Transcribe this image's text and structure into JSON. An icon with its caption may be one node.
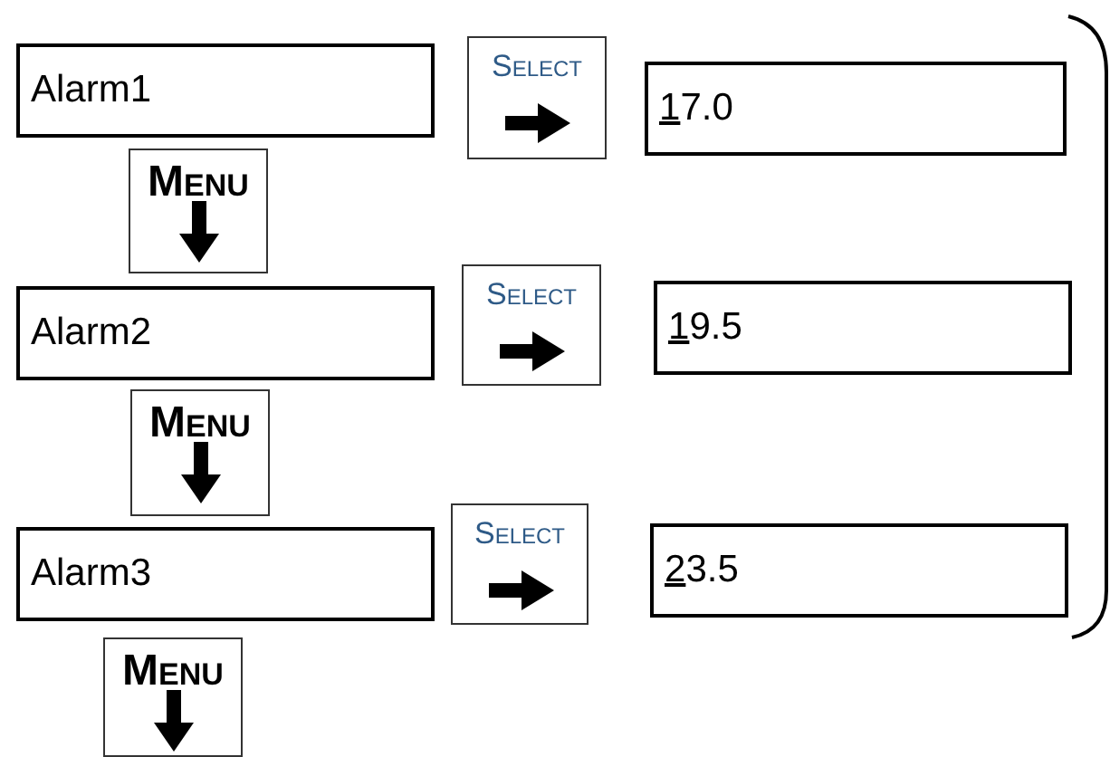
{
  "diagram": {
    "nodes": [
      {
        "text": [
          "Alarm1"
        ]
      },
      {
        "text": [
          "Select"
        ]
      },
      {
        "text": [
          "17.0"
        ]
      },
      {
        "text": [
          "Menu"
        ]
      },
      {
        "text": [
          "Alarm2"
        ]
      },
      {
        "text": [
          "Select"
        ]
      },
      {
        "text": [
          "19.5"
        ]
      },
      {
        "text": [
          "Menu"
        ]
      },
      {
        "text": [
          "Alarm3"
        ]
      },
      {
        "text": [
          "Select"
        ]
      },
      {
        "text": [
          "23.5"
        ]
      },
      {
        "text": [
          "Menu"
        ]
      }
    ]
  }
}
